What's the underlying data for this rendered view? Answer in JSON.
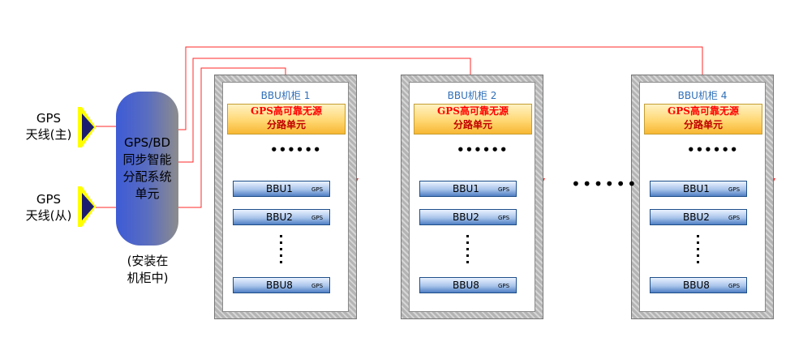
{
  "antennas": {
    "main_line1": "GPS",
    "main_line2": "天线(主)",
    "backup_line1": "GPS",
    "backup_line2": "天线(从)"
  },
  "sync_unit": {
    "line1": "GPS/BD",
    "line2": "同步智能",
    "line3": "分配系统",
    "line4": "单元"
  },
  "install_note": {
    "line1": "(安装在",
    "line2": "机柜中)"
  },
  "cabinets": [
    {
      "title": "BBU机柜 1",
      "splitter_line1": "GPS高可靠无源",
      "splitter_line2": "分路单元",
      "splitter_dots": "••••••",
      "bbus": [
        {
          "name": "BBU1",
          "port": "GPS"
        },
        {
          "name": "BBU2",
          "port": "GPS"
        },
        {
          "name": "BBU8",
          "port": "GPS"
        }
      ]
    },
    {
      "title": "BBU机柜 2",
      "splitter_line1": "GPS高可靠无源",
      "splitter_line2": "分路单元",
      "splitter_dots": "••••••",
      "bbus": [
        {
          "name": "BBU1",
          "port": "GPS"
        },
        {
          "name": "BBU2",
          "port": "GPS"
        },
        {
          "name": "BBU8",
          "port": "GPS"
        }
      ]
    },
    {
      "title": "BBU机柜 4",
      "splitter_line1": "GPS高可靠无源",
      "splitter_line2": "分路单元",
      "splitter_dots": "••••••",
      "bbus": [
        {
          "name": "BBU1",
          "port": "GPS"
        },
        {
          "name": "BBU2",
          "port": "GPS"
        },
        {
          "name": "BBU8",
          "port": "GPS"
        }
      ]
    }
  ],
  "between_cabinets_ellipsis": "••••••",
  "colors": {
    "wire": "#ff2a2a",
    "antenna_yellow": "#ffff00",
    "antenna_navy": "#1c1c6e"
  }
}
